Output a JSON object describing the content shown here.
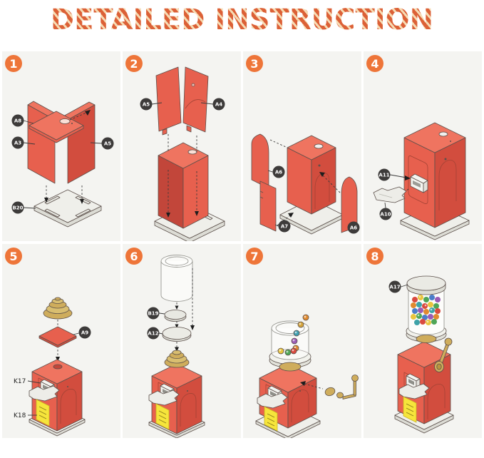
{
  "title": "DETAILED INSTRUCTION",
  "colors": {
    "accent_orange": "#EE7539",
    "part_red": "#E7604E",
    "label_circle": "#3D3B3A",
    "base_gray": "#EFEFEA",
    "gold": "#CFAD5C",
    "sticker_yellow": "#F6E53B"
  },
  "steps": [
    {
      "number": "1",
      "labels": [
        "A8",
        "A3",
        "A5",
        "B20"
      ]
    },
    {
      "number": "2",
      "labels": [
        "A5",
        "A4"
      ]
    },
    {
      "number": "3",
      "labels": [
        "A6",
        "A7",
        "A6"
      ]
    },
    {
      "number": "4",
      "labels": [
        "A11",
        "A10"
      ]
    },
    {
      "number": "5",
      "labels": [
        "A9",
        "K17",
        "K18"
      ]
    },
    {
      "number": "6",
      "labels": [
        "B19",
        "A12"
      ]
    },
    {
      "number": "7",
      "labels": []
    },
    {
      "number": "8",
      "labels": [
        "A17"
      ]
    }
  ]
}
